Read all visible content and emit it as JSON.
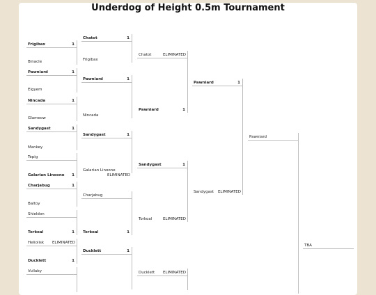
{
  "title": "Underdog of Height 0.5m Tournament",
  "eliminated_label": "ELIMINATED",
  "round1": [
    {
      "name": "Frigibax",
      "score": "1",
      "winner": true
    },
    {
      "name": "Binacle",
      "score": "",
      "winner": false
    },
    {
      "name": "Pawniard",
      "score": "1",
      "winner": true
    },
    {
      "name": "Elgyem",
      "score": "",
      "winner": false
    },
    {
      "name": "Nincada",
      "score": "1",
      "winner": true
    },
    {
      "name": "Glameow",
      "score": "",
      "winner": false
    },
    {
      "name": "Sandygast",
      "score": "1",
      "winner": true
    },
    {
      "name": "Mankey",
      "score": "",
      "winner": false
    },
    {
      "name": "Tepig",
      "score": "",
      "winner": false
    },
    {
      "name": "Galarian Linoone",
      "score": "1",
      "winner": true
    },
    {
      "name": "Charjabug",
      "score": "1",
      "winner": true
    },
    {
      "name": "Baltoy",
      "score": "",
      "winner": false
    },
    {
      "name": "Shieldon",
      "score": "",
      "winner": false
    },
    {
      "name": "Torkoal",
      "score": "1",
      "winner": true
    },
    {
      "name": "Heliolisk",
      "score": "",
      "status": "ELIMINATED",
      "winner": false
    },
    {
      "name": "Ducklett",
      "score": "1",
      "winner": true
    },
    {
      "name": "Vullaby",
      "score": "",
      "winner": false
    }
  ],
  "round2": [
    {
      "name": "Chatot",
      "score": "1",
      "winner": true
    },
    {
      "name": "Frigibax",
      "score": "",
      "winner": false
    },
    {
      "name": "Pawniard",
      "score": "1",
      "winner": true
    },
    {
      "name": "Nincada",
      "score": "",
      "winner": false
    },
    {
      "name": "Sandygast",
      "score": "1",
      "winner": true
    },
    {
      "name": "Galarian Linoone",
      "score": "",
      "status": "ELIMINATED",
      "winner": false
    },
    {
      "name": "Charjabug",
      "score": "",
      "winner": false
    },
    {
      "name": "Torkoal",
      "score": "1",
      "winner": true
    },
    {
      "name": "Ducklett",
      "score": "1",
      "winner": true
    }
  ],
  "round3": [
    {
      "name": "Chatot",
      "score": "",
      "status": "ELIMINATED",
      "winner": false
    },
    {
      "name": "Pawniard",
      "score": "1",
      "winner": true
    },
    {
      "name": "Sandygast",
      "score": "1",
      "winner": true
    },
    {
      "name": "Torkoal",
      "score": "",
      "status": "ELIMINATED",
      "winner": false
    },
    {
      "name": "Ducklett",
      "score": "",
      "status": "ELIMINATED",
      "winner": false
    }
  ],
  "round4": [
    {
      "name": "Pawniard",
      "score": "1",
      "winner": true
    },
    {
      "name": "Sandygast",
      "score": "",
      "status": "ELIMINATED",
      "winner": false
    }
  ],
  "round5": [
    {
      "name": "Pawniard",
      "score": "",
      "winner": false
    }
  ],
  "final": {
    "name": "TBA"
  }
}
